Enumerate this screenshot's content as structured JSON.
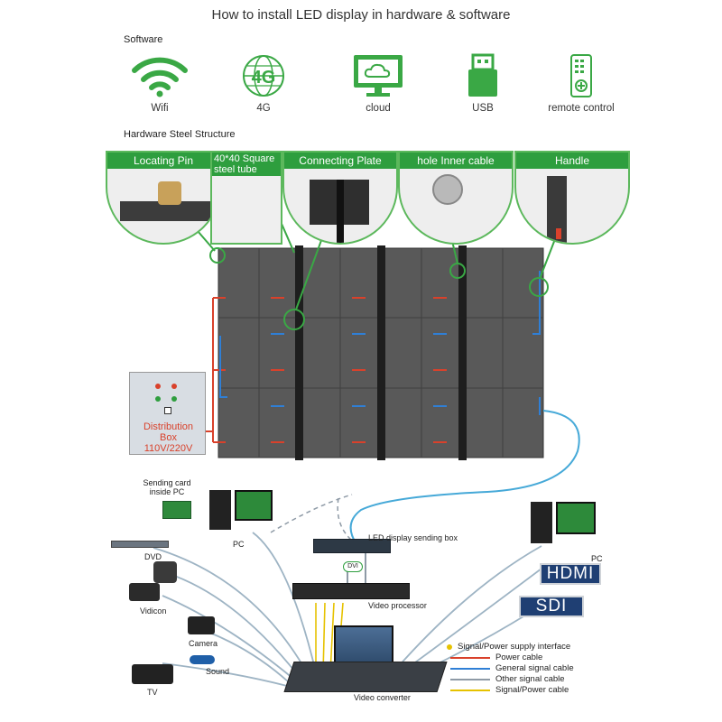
{
  "title": "How to install LED display in hardware & software",
  "software": {
    "label": "Software",
    "items": [
      {
        "label": "Wifi",
        "icon": "wifi-icon"
      },
      {
        "label": "4G",
        "icon": "globe-4g-icon"
      },
      {
        "label": "cloud",
        "icon": "cloud-monitor-icon"
      },
      {
        "label": "USB",
        "icon": "usb-icon"
      },
      {
        "label": "remote control",
        "icon": "remote-control-icon"
      }
    ]
  },
  "hardware": {
    "label": "Hardware Steel Structure",
    "callouts": [
      {
        "label": "Locating Pin"
      },
      {
        "label": "40*40 Square steel tube"
      },
      {
        "label": "Connecting Plate"
      },
      {
        "label": "hole Inner cable"
      },
      {
        "label": "Handle"
      }
    ],
    "distribution_box": {
      "line1": "Distribution",
      "line2": "Box",
      "line3": "110V/220V"
    }
  },
  "devices": {
    "sending_card": "Sending card inside PC",
    "pc_left": "PC",
    "pc_right": "PC",
    "dvd": "DVD",
    "vidicon": "Vidicon",
    "camera": "Camera",
    "sound": "Sound",
    "tv": "TV",
    "sending_box": "LED display sending box",
    "dvi": "DVI",
    "video_processor": "Video processor",
    "video_converter": "Video converter",
    "hdmi": "HDMI",
    "sdi": "SDI"
  },
  "legend": [
    {
      "label": "Signal/Power supply interface",
      "color": "#e6c200",
      "style": "dot"
    },
    {
      "label": "Power cable",
      "color": "#d9412b",
      "style": "solid"
    },
    {
      "label": "General signal cable",
      "color": "#2f7fd6",
      "style": "solid"
    },
    {
      "label": "Other signal cable",
      "color": "#8e9aa6",
      "style": "solid"
    },
    {
      "label": "Signal/Power cable",
      "color": "#e6c200",
      "style": "solid"
    }
  ],
  "colors": {
    "accent_green": "#2e9e3e",
    "power_red": "#d9412b",
    "signal_blue": "#2f7fd6",
    "other_gray": "#8e9aa6",
    "signal_yellow": "#e6c200"
  }
}
